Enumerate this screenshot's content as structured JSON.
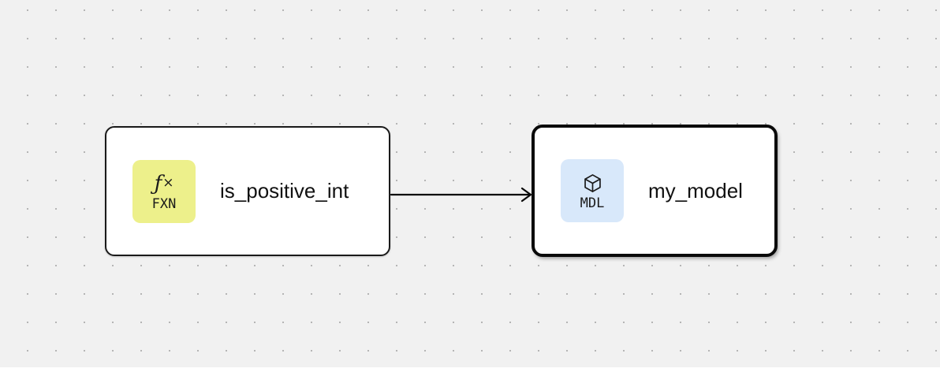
{
  "canvas": {
    "background_color": "#f1f1f1",
    "dot_color": "#b5b5b5"
  },
  "nodes": [
    {
      "label": "is_positive_int",
      "type_badge": "FXN",
      "icon": "function-icon",
      "icon_glyph_f": "ƒ",
      "icon_glyph_x": "×",
      "badge_color": "#edf08b",
      "selected": false
    },
    {
      "label": "my_model",
      "type_badge": "MDL",
      "icon": "cube-icon",
      "badge_color": "#d8e8fa",
      "selected": true
    }
  ],
  "edges": [
    {
      "from": "is_positive_int",
      "to": "my_model"
    }
  ]
}
